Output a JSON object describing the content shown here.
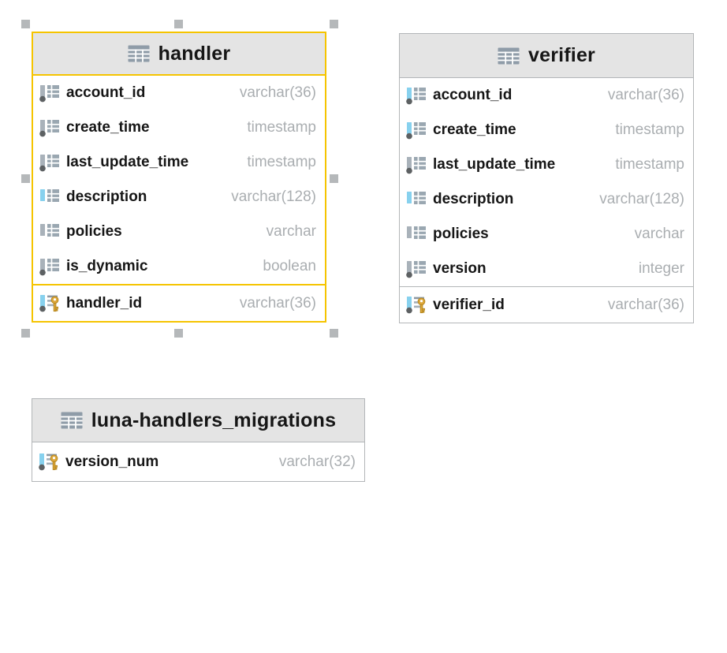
{
  "diagram": {
    "selected_table": "handler"
  },
  "colors": {
    "selection_accent": "#f5c400",
    "table_border": "#b3b6b8",
    "header_bg": "#e4e4e4",
    "name_text": "#161616",
    "type_text": "#aaaeb1",
    "handle_fill": "#b5b8ba",
    "icon_steel": "#8f9ca8",
    "icon_bar_gray": "#a9b2ba",
    "icon_bar_blue": "#87d1ee",
    "icon_not_null_dot": "#5d6163",
    "icon_key_gold": "#dca73a"
  },
  "tables": [
    {
      "id": "handler",
      "title": "handler",
      "selected": true,
      "columns": [
        {
          "name": "account_id",
          "type": "varchar(36)",
          "bar": "gray",
          "not_null": true
        },
        {
          "name": "create_time",
          "type": "timestamp",
          "bar": "gray",
          "not_null": true
        },
        {
          "name": "last_update_time",
          "type": "timestamp",
          "bar": "gray",
          "not_null": true
        },
        {
          "name": "description",
          "type": "varchar(128)",
          "bar": "blue",
          "not_null": false
        },
        {
          "name": "policies",
          "type": "varchar",
          "bar": "gray",
          "not_null": false
        },
        {
          "name": "is_dynamic",
          "type": "boolean",
          "bar": "gray",
          "not_null": true
        }
      ],
      "primary_key": [
        {
          "name": "handler_id",
          "type": "varchar(36)",
          "bar": "blue",
          "not_null": true
        }
      ]
    },
    {
      "id": "verifier",
      "title": "verifier",
      "selected": false,
      "columns": [
        {
          "name": "account_id",
          "type": "varchar(36)",
          "bar": "blue",
          "not_null": true
        },
        {
          "name": "create_time",
          "type": "timestamp",
          "bar": "blue",
          "not_null": true
        },
        {
          "name": "last_update_time",
          "type": "timestamp",
          "bar": "gray",
          "not_null": true
        },
        {
          "name": "description",
          "type": "varchar(128)",
          "bar": "blue",
          "not_null": false
        },
        {
          "name": "policies",
          "type": "varchar",
          "bar": "gray",
          "not_null": false
        },
        {
          "name": "version",
          "type": "integer",
          "bar": "gray",
          "not_null": true
        }
      ],
      "primary_key": [
        {
          "name": "verifier_id",
          "type": "varchar(36)",
          "bar": "blue",
          "not_null": true
        }
      ]
    },
    {
      "id": "migrations",
      "title": "luna-handlers_migrations",
      "selected": false,
      "columns": [],
      "primary_key": [
        {
          "name": "version_num",
          "type": "varchar(32)",
          "bar": "blue",
          "not_null": true
        }
      ]
    }
  ]
}
